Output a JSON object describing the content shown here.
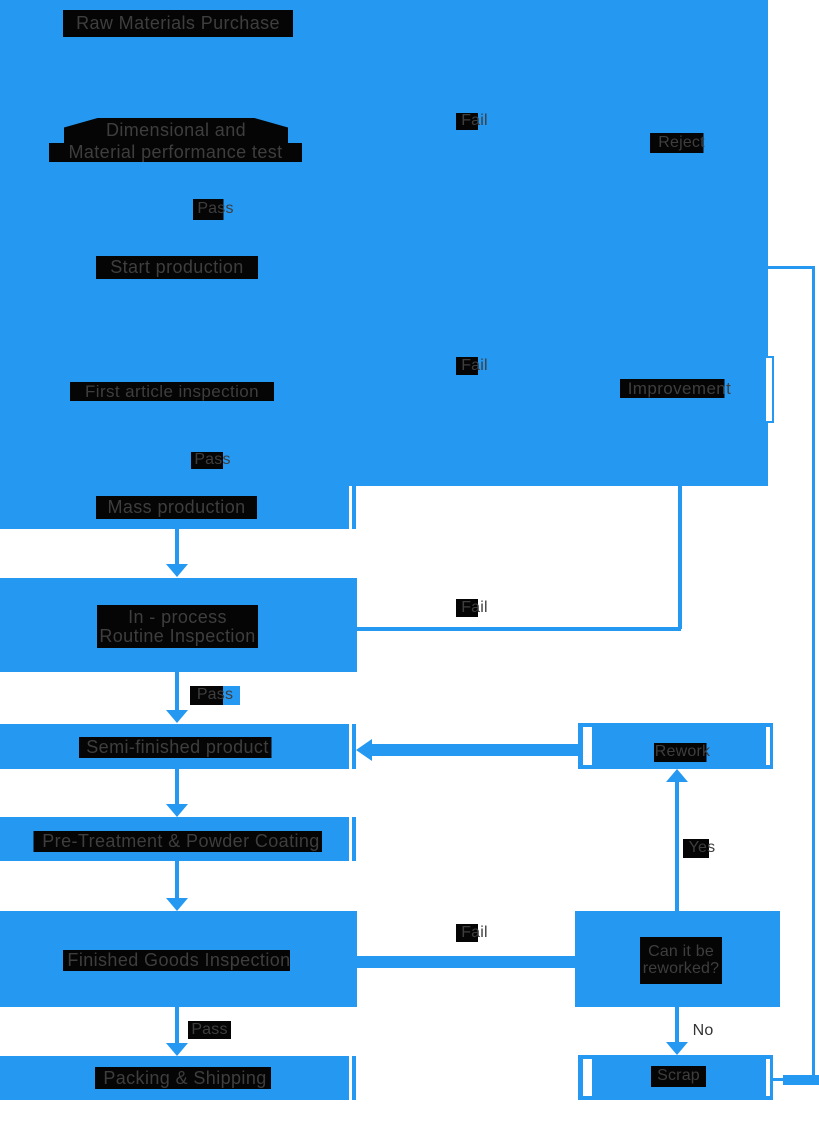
{
  "colors": {
    "flow_blue": "#2598F2",
    "highlight_black": "#050505",
    "label_text": "#3e3e3e"
  },
  "nodes": {
    "raw_materials": {
      "label": "Raw Materials Purchase"
    },
    "dimensional_test": {
      "line1": "Dimensional and",
      "line2": "Material performance test"
    },
    "start_production": {
      "label": "Start production"
    },
    "reject": {
      "label": "Reject"
    },
    "first_article": {
      "label": "First article inspection"
    },
    "improvement": {
      "label": "Improvement"
    },
    "mass_production": {
      "label": "Mass production"
    },
    "in_process": {
      "line1": "In - process",
      "line2": "Routine Inspection"
    },
    "semi_finished": {
      "label": "Semi-finished product"
    },
    "rework": {
      "label": "Rework"
    },
    "pre_treatment": {
      "label": "Pre-Treatment & Powder Coating"
    },
    "finished_goods": {
      "label": "Finished Goods Inspection"
    },
    "can_rework": {
      "line1": "Can it be",
      "line2": "reworked?"
    },
    "packing": {
      "label": "Packing & Shipping"
    },
    "scrap": {
      "label": "Scrap"
    }
  },
  "edge_labels": {
    "fail_material_test": "Fail",
    "pass_material_test": "Pass",
    "fail_first_article": "Fail",
    "pass_first_article": "Pass",
    "fail_in_process": "Fail",
    "pass_in_process": "Pass",
    "fail_finished_goods": "Fail",
    "pass_finished_goods": "Pass",
    "yes": "Yes",
    "no": "No"
  }
}
